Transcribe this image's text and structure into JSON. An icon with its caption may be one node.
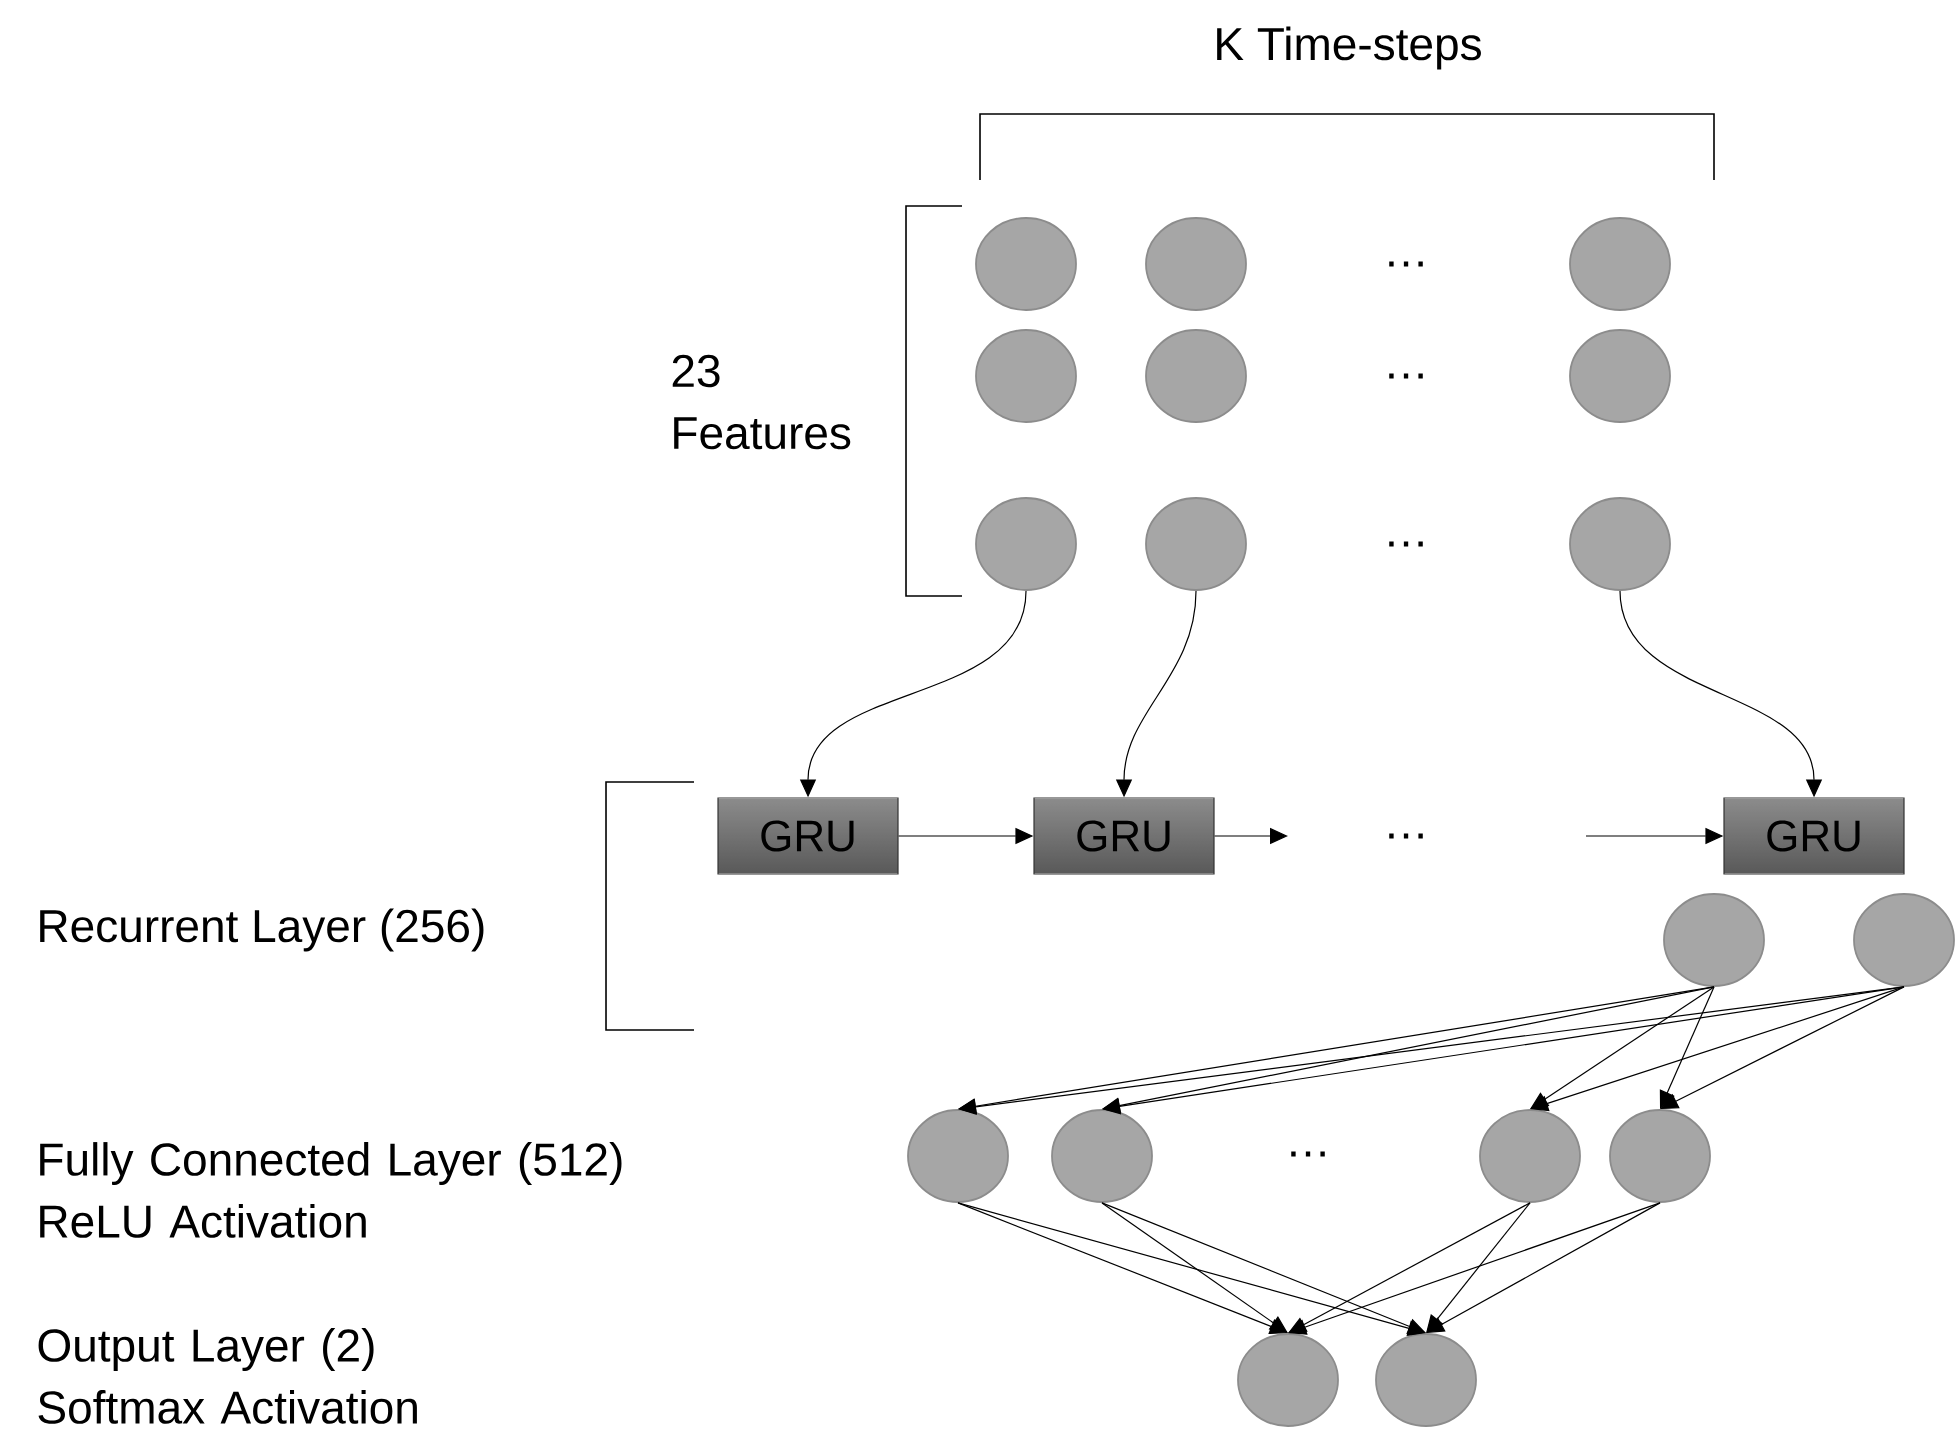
{
  "diagram": {
    "nodes": [
      {
        "text": [],
        "shape": "circle"
      },
      {
        "text": [],
        "shape": "circle"
      },
      {
        "text": [],
        "shape": "circle"
      },
      {
        "text": [],
        "shape": "circle"
      },
      {
        "text": [],
        "shape": "circle"
      },
      {
        "text": [],
        "shape": "circle"
      },
      {
        "text": [],
        "shape": "circle"
      },
      {
        "text": [],
        "shape": "circle"
      },
      {
        "text": [],
        "shape": "circle"
      },
      {
        "text": [
          "GRU"
        ]
      },
      {
        "text": [
          "GRU"
        ]
      },
      {
        "text": [
          "GRU"
        ]
      },
      {
        "text": [],
        "shape": "circle"
      },
      {
        "text": [],
        "shape": "circle"
      },
      {
        "text": [],
        "shape": "circle"
      },
      {
        "text": [],
        "shape": "circle"
      },
      {
        "text": [],
        "shape": "circle"
      },
      {
        "text": [],
        "shape": "circle"
      },
      {
        "text": [],
        "shape": "circle"
      },
      {
        "text": [],
        "shape": "circle"
      }
    ],
    "edges": [
      {
        "from": 6,
        "to": 9,
        "arrow": "to"
      },
      {
        "from": 7,
        "to": 10,
        "arrow": "to"
      },
      {
        "from": 8,
        "to": 11,
        "arrow": "to"
      },
      {
        "from": 9,
        "to": 10,
        "arrow": "to"
      },
      {
        "from": 10,
        "to": null,
        "arrow": "to"
      },
      {
        "from": null,
        "to": 11,
        "arrow": "to"
      },
      {
        "from": 12,
        "to": 14,
        "arrow": "to"
      },
      {
        "from": 12,
        "to": 15,
        "arrow": "to"
      },
      {
        "from": 12,
        "to": 16,
        "arrow": "to"
      },
      {
        "from": 12,
        "to": 17,
        "arrow": "to"
      },
      {
        "from": 13,
        "to": 14,
        "arrow": "to"
      },
      {
        "from": 13,
        "to": 15,
        "arrow": "to"
      },
      {
        "from": 13,
        "to": 16,
        "arrow": "to"
      },
      {
        "from": 13,
        "to": 17,
        "arrow": "to"
      },
      {
        "from": 14,
        "to": 18,
        "arrow": "to"
      },
      {
        "from": 14,
        "to": 19,
        "arrow": "to"
      },
      {
        "from": 15,
        "to": 18,
        "arrow": "to"
      },
      {
        "from": 15,
        "to": 19,
        "arrow": "to"
      },
      {
        "from": 16,
        "to": 18,
        "arrow": "to"
      },
      {
        "from": 16,
        "to": 19,
        "arrow": "to"
      },
      {
        "from": 17,
        "to": 18,
        "arrow": "to"
      },
      {
        "from": 17,
        "to": 19,
        "arrow": "to"
      }
    ],
    "labels": [
      "K Time-steps",
      "…",
      "23 Features",
      "…",
      "…",
      "…",
      "Recurrent Layer (256)",
      "Fully Connected Layer (512) ReLU Activation",
      "…",
      "Output Layer (2) Softmax Activation"
    ]
  }
}
